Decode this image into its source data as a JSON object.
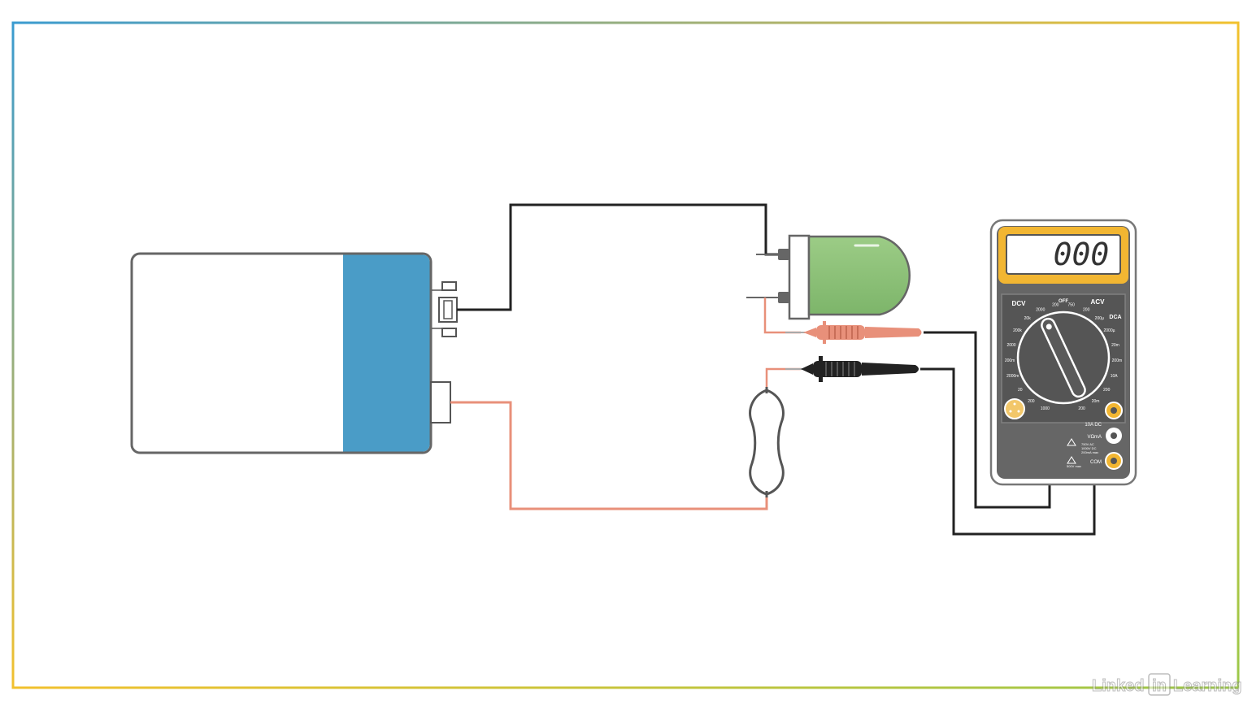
{
  "meter": {
    "display": "000",
    "dial": {
      "dcv": "DCV",
      "acv": "ACV",
      "dca": "DCA",
      "off": "OFF",
      "ranges": [
        "1000",
        "200",
        "20",
        "2000m",
        "200m",
        "2000",
        "200k",
        "20k",
        "2000",
        "200",
        "750",
        "200",
        "200µ",
        "2000µ",
        "20m",
        "200m",
        "10A",
        "200",
        "20m",
        "200"
      ]
    },
    "jacks": {
      "ten_a": "10A DC",
      "vohm": "VΩmA",
      "com": "COM"
    },
    "notes": [
      "750V AC",
      "1000V DC",
      "200mA max",
      "500V max"
    ]
  },
  "colors": {
    "frame_gradient": [
      "#3a9bd0",
      "#f2c12e",
      "#9bc84a"
    ],
    "battery_band": "#4a9cc7",
    "led": "#8cc07a",
    "positive_wire": "#e8907a",
    "negative_wire": "#222222",
    "meter_yellow": "#f2b632",
    "meter_body": "#666666"
  },
  "watermark": {
    "left": "Linked",
    "badge": "in",
    "right": "Learning"
  }
}
